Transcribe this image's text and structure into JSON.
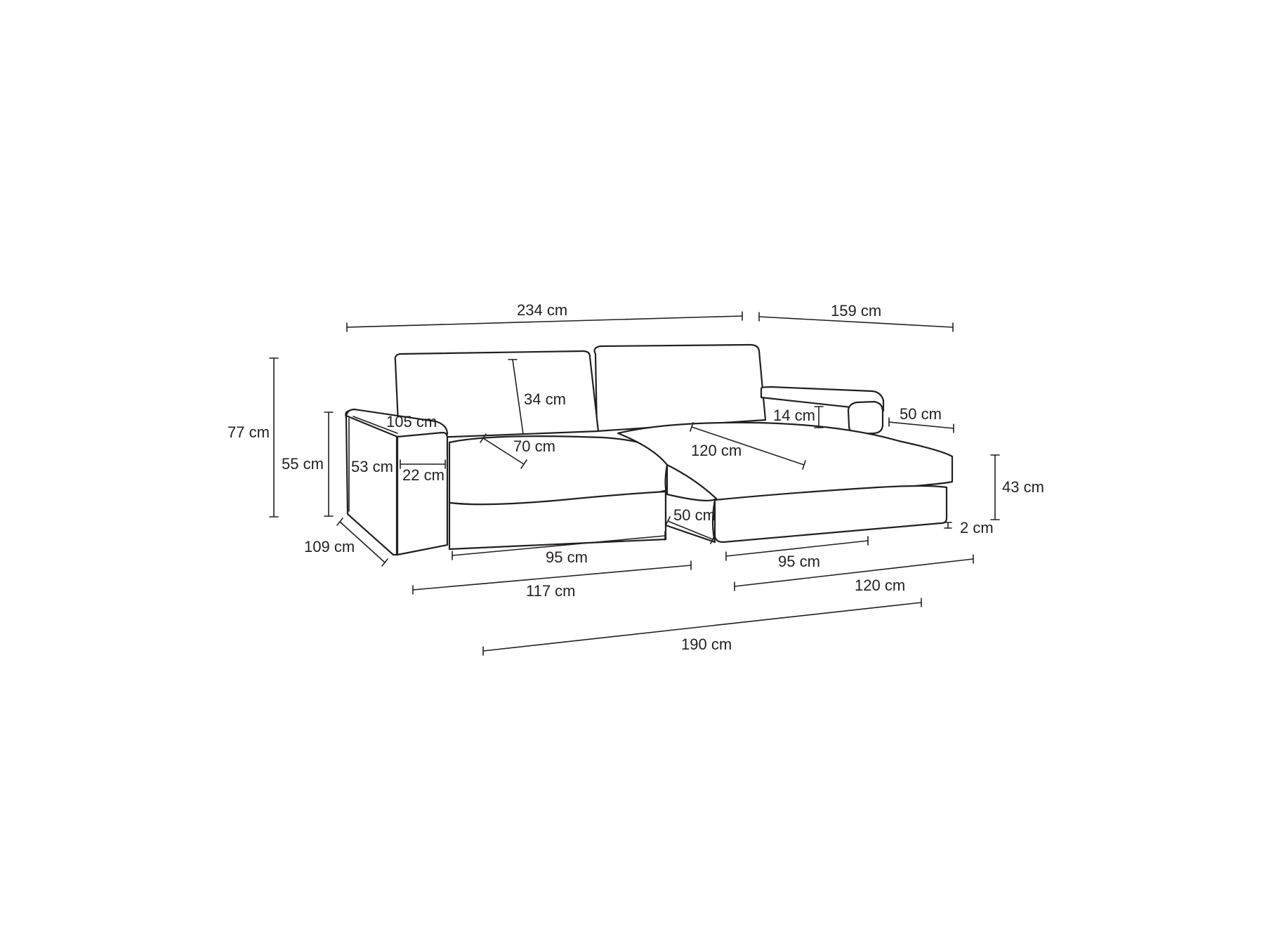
{
  "drawing": {
    "subject": "corner sofa with chaise",
    "line_color": "#231f20",
    "background": "#ffffff"
  },
  "dimensions": {
    "overall_width": "234 cm",
    "chaise_width": "159 cm",
    "total_height": "77 cm",
    "armrest_height": "55 cm",
    "armrest_inner_height": "53 cm",
    "armrest_length": "105 cm",
    "armrest_width": "22 cm",
    "backrest_height": "34 cm",
    "seat_depth_left": "70 cm",
    "seat_depth_chaise": "120 cm",
    "back_armrest_height": "14 cm",
    "back_armrest_width": "50 cm",
    "seat_height": "43 cm",
    "leg_height": "2 cm",
    "chaise_inner_gap": "50 cm",
    "side_depth": "109 cm",
    "seat_width_left": "95 cm",
    "seat_width_right": "95 cm",
    "left_section_width": "117 cm",
    "right_section_width": "120 cm",
    "front_width": "190 cm"
  }
}
